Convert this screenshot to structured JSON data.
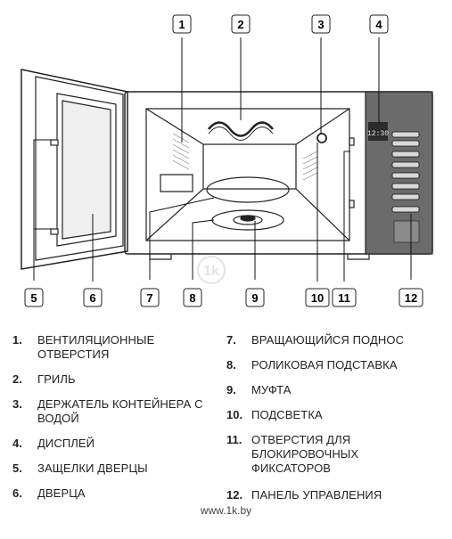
{
  "callouts": [
    "1",
    "2",
    "3",
    "4",
    "5",
    "6",
    "7",
    "8",
    "9",
    "10",
    "11",
    "12"
  ],
  "display": {
    "time": "12:30"
  },
  "watermark": "1k",
  "legend": [
    {
      "num": "1.",
      "text": "ВЕНТИЛЯЦИОННЫЕ ОТВЕРСТИЯ"
    },
    {
      "num": "2.",
      "text": "ГРИЛЬ"
    },
    {
      "num": "3.",
      "text": "ДЕРЖАТЕЛЬ КОНТЕЙНЕРА С ВОДОЙ"
    },
    {
      "num": "4.",
      "text": "ДИСПЛЕЙ"
    },
    {
      "num": "5.",
      "text": "ЗАЩЕЛКИ ДВЕРЦЫ"
    },
    {
      "num": "6.",
      "text": "ДВЕРЦА"
    },
    {
      "num": "7.",
      "text": "ВРАЩАЮЩИЙСЯ ПОДНОС"
    },
    {
      "num": "8.",
      "text": "РОЛИКОВАЯ ПОДСТАВКА"
    },
    {
      "num": "9.",
      "text": "МУФТА"
    },
    {
      "num": "10.",
      "text": "ПОДСВЕТКА"
    },
    {
      "num": "11.",
      "text": "ОТВЕРСТИЯ ДЛЯ БЛОКИРОВОЧНЫХ ФИКСАТОРОВ"
    },
    {
      "num": "12.",
      "text": "ПАНЕЛЬ УПРАВЛЕНИЯ"
    }
  ],
  "footer": "www.1k.by"
}
